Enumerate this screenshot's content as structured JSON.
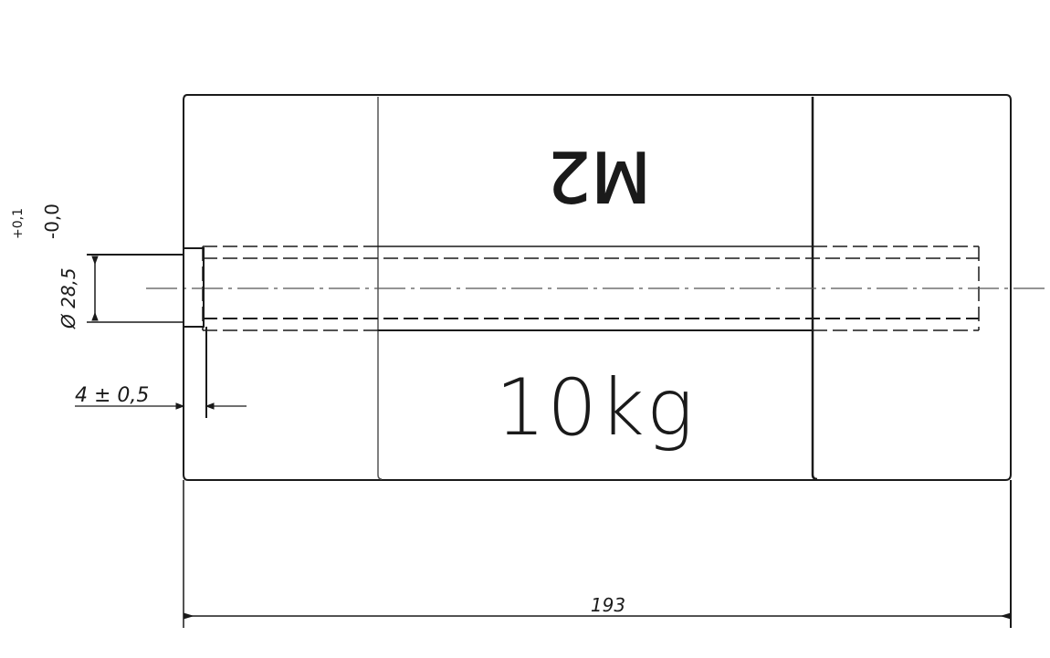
{
  "drawing": {
    "top_marking": "M2",
    "weight_label": "10kg",
    "bore_dimension": {
      "label": "Ø 28,5",
      "tolerance_upper": "+0,1",
      "tolerance_lower": "-0,0"
    },
    "depth_dimension": "4 ± 0,5",
    "overall_length": "193",
    "colors": {
      "line": "#1a1a1a",
      "thin_line": "#555555",
      "background": "#ffffff"
    }
  }
}
